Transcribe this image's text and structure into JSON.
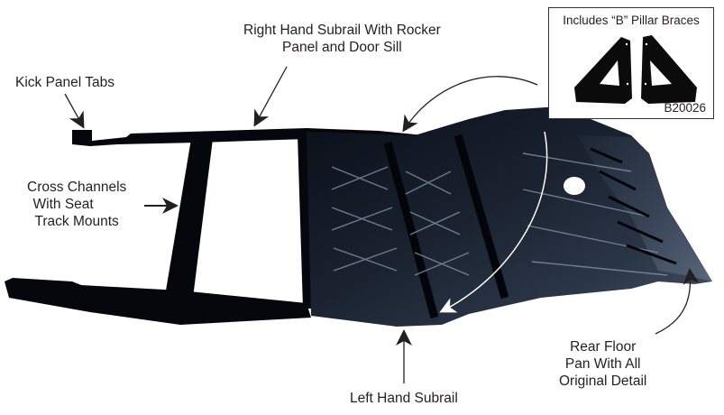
{
  "labels": {
    "right_subrail": [
      "Right Hand Subrail With Rocker",
      "Panel and Door Sill"
    ],
    "kick_panel": "Kick Panel Tabs",
    "cross_channels": [
      "Cross Channels",
      "With Seat",
      "Track Mounts"
    ],
    "left_subrail": "Left Hand Subrail",
    "rear_floor": [
      "Rear Floor",
      "Pan With All",
      "Original Detail"
    ]
  },
  "inset": {
    "title": "Includes “B” Pillar Braces",
    "part_number": "B20026"
  },
  "colors": {
    "metal_dark": "#0b0f18",
    "metal_mid": "#1f2937",
    "metal_highlight": "#6b7a90",
    "text": "#231f20"
  }
}
